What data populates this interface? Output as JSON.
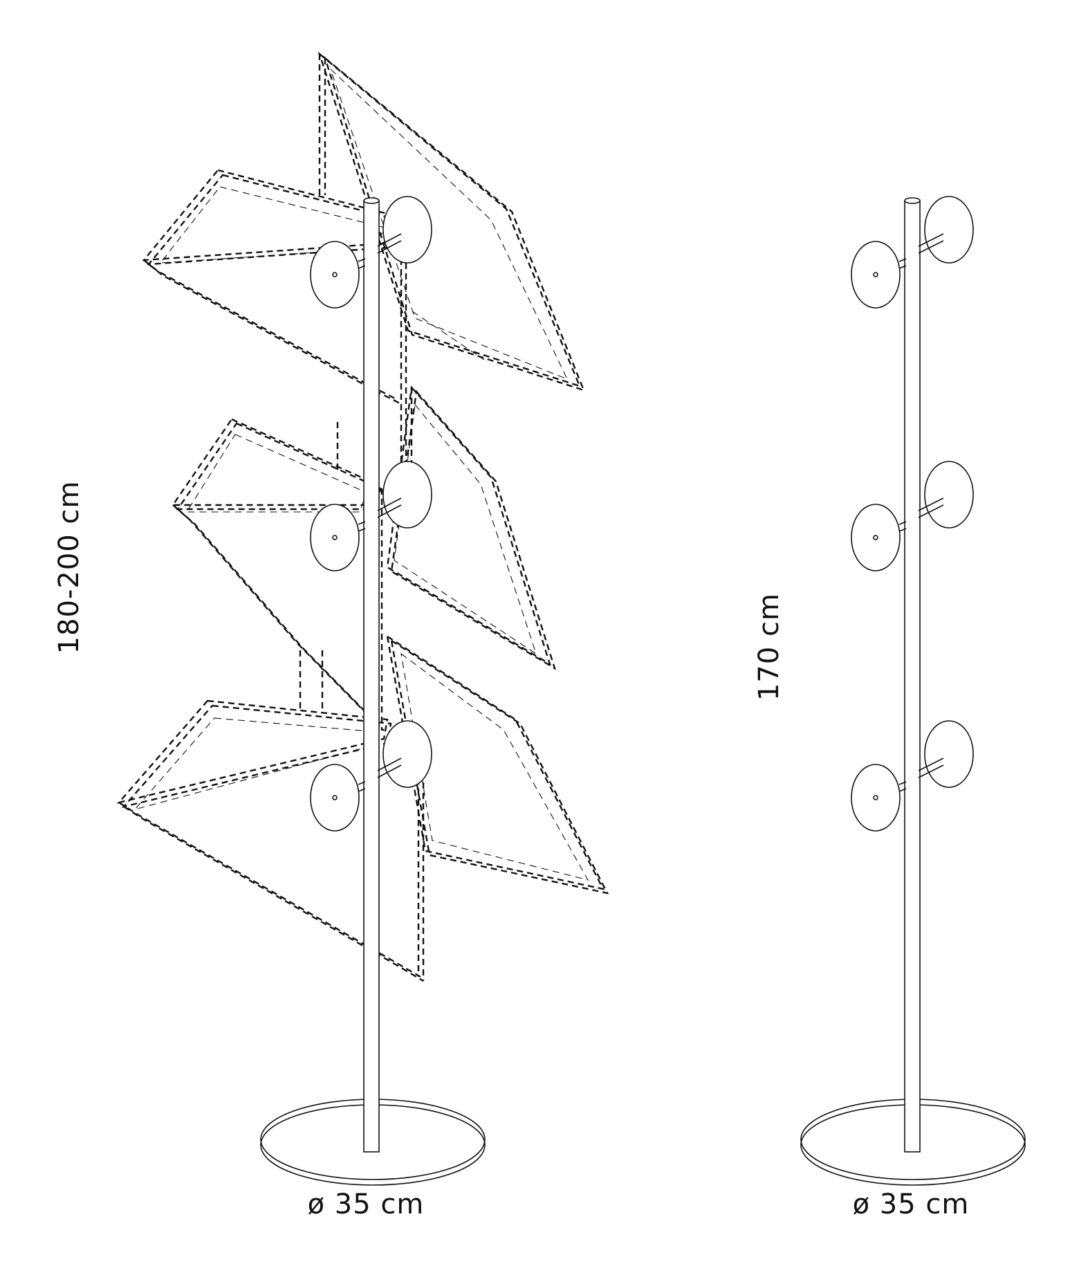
{
  "labels": {
    "left_height": "180-200 cm",
    "right_height": "170 cm",
    "left_diameter": "ø 35 cm",
    "right_diameter": "ø 35 cm"
  },
  "colors": {
    "line": "#111111",
    "background": "#ffffff"
  }
}
